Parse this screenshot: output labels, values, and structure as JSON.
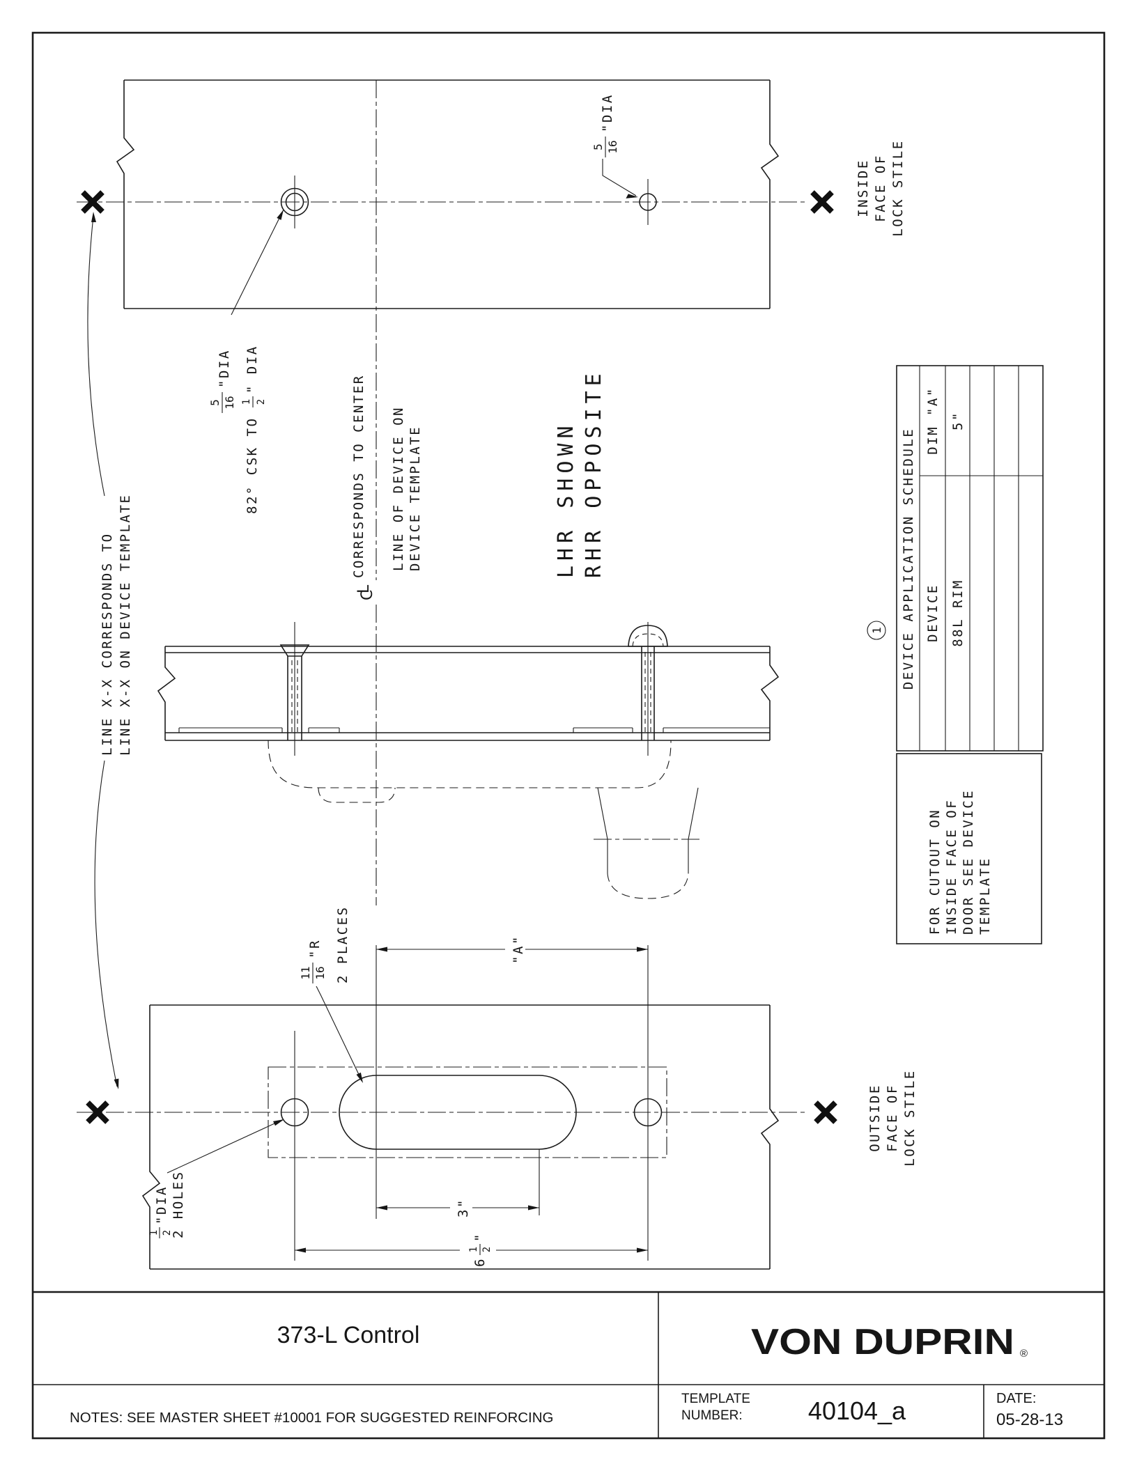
{
  "labels": {
    "line_xx_1": "LINE X-X CORRESPONDS TO",
    "line_xx_2": "LINE X-X ON DEVICE TEMPLATE",
    "csk_num": "5",
    "csk_den": "16",
    "csk_dia": "\"DIA",
    "csk2_pre": "82° CSK TO",
    "csk2_num": "1",
    "csk2_den": "2",
    "csk2_post": "\" DIA",
    "center_1": "CORRESPONDS TO CENTER",
    "center_2": "LINE OF DEVICE ON",
    "center_3": "DEVICE TEMPLATE",
    "cl_c": "C",
    "cl_l": "L",
    "dia516_num": "5",
    "dia516_den": "16",
    "dia516_dia": "\"DIA",
    "inside_1": "INSIDE",
    "inside_2": "FACE OF",
    "inside_3": "LOCK STILE",
    "lhr_1": "LHR SHOWN",
    "lhr_2": "RHR OPPOSITE",
    "outside_1": "OUTSIDE",
    "outside_2": "FACE OF",
    "outside_3": "LOCK STILE",
    "r_num": "11",
    "r_den": "16",
    "r_suffix": "\"R",
    "r_places": "2 PLACES",
    "dim_a": "\"A\"",
    "dim_3": "3\"",
    "dim65_whole": "6",
    "dim65_num": "1",
    "dim65_den": "2",
    "dim65_quote": "\"",
    "half_num": "1",
    "half_den": "2",
    "half_dia": "\"DIA",
    "half_holes": "2 HOLES",
    "note_ref": "1"
  },
  "schedule": {
    "title": "DEVICE APPLICATION SCHEDULE",
    "col_device": "DEVICE",
    "col_dim_a": "DIM \"A\"",
    "dev_val": "88L RIM",
    "dim_val": "5\""
  },
  "cutout_note": [
    "FOR CUTOUT ON",
    "INSIDE FACE OF",
    "DOOR SEE DEVICE",
    "TEMPLATE"
  ],
  "titleblock": {
    "title": "373-L Control",
    "notes": "NOTES: SEE MASTER SHEET #10001 FOR SUGGESTED REINFORCING",
    "brand": "VON DUPRIN",
    "reg": "®",
    "tpl1": "TEMPLATE",
    "tpl2": "NUMBER:",
    "number": "40104_a",
    "date_label": "DATE:",
    "date_value": "05-28-13"
  }
}
